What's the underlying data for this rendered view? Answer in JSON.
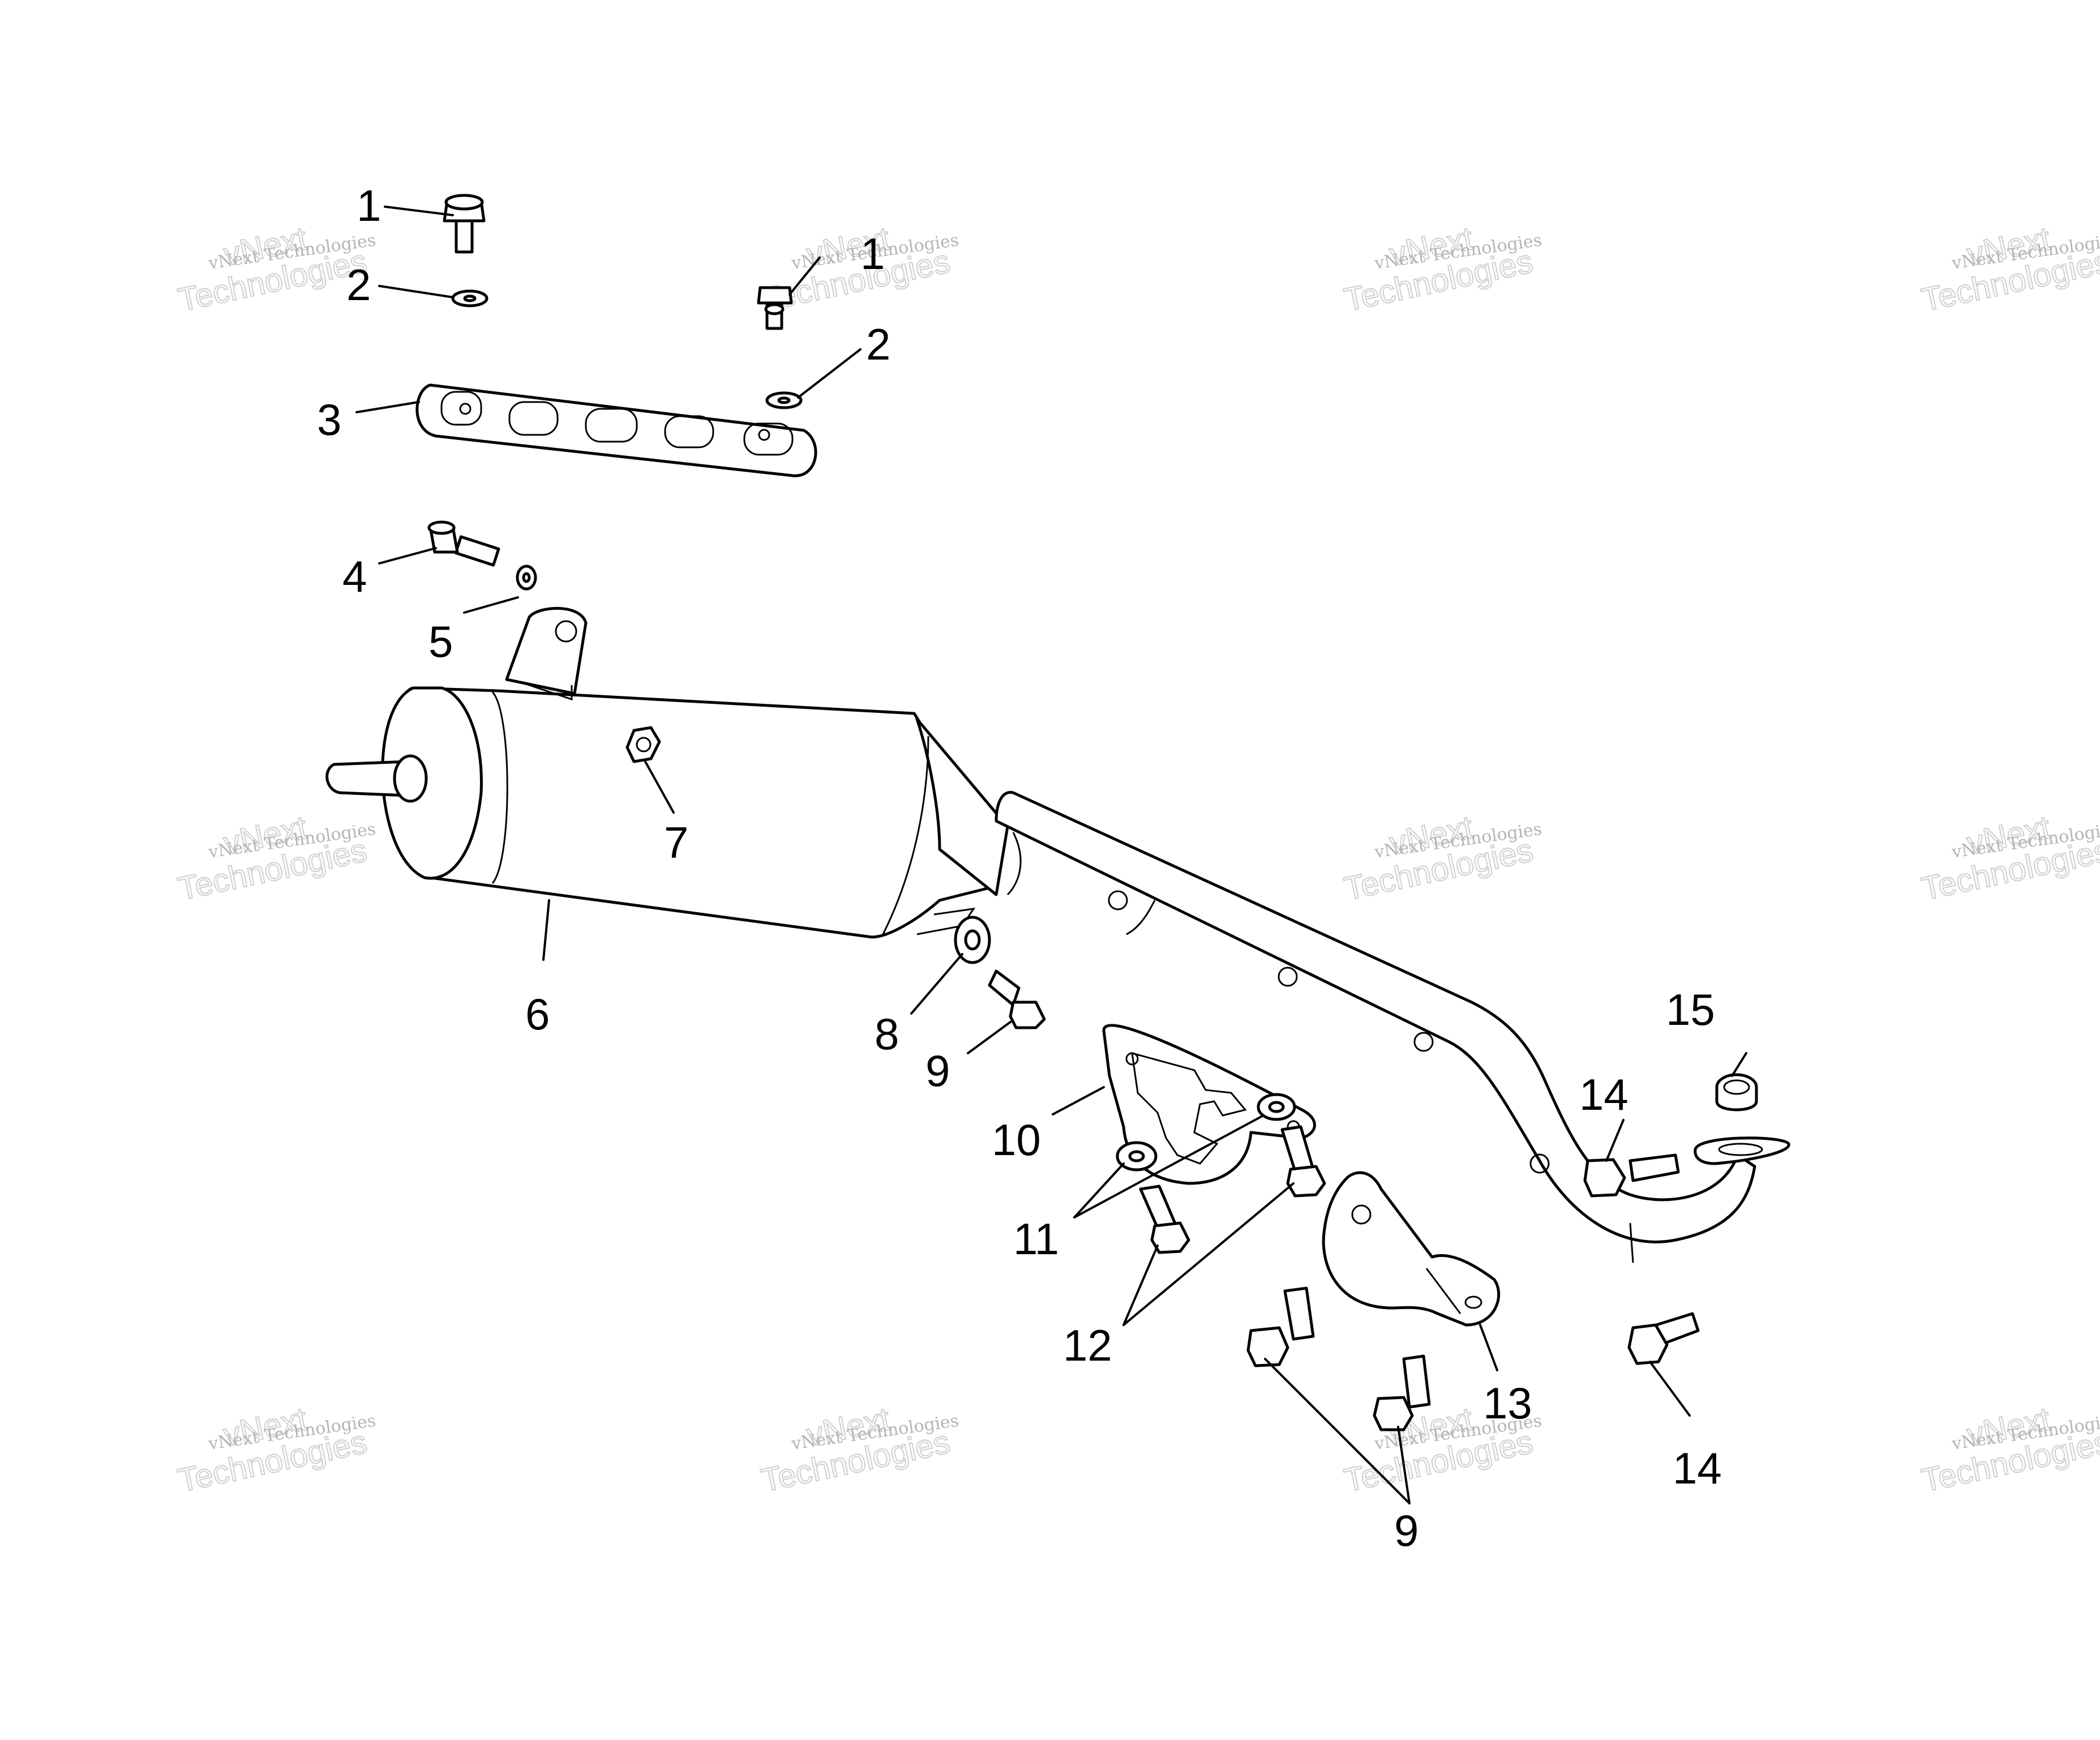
{
  "diagram": {
    "callouts": [
      {
        "id": "c1a",
        "text": "1"
      },
      {
        "id": "c1b",
        "text": "1"
      },
      {
        "id": "c2a",
        "text": "2"
      },
      {
        "id": "c2b",
        "text": "2"
      },
      {
        "id": "c3",
        "text": "3"
      },
      {
        "id": "c4",
        "text": "4"
      },
      {
        "id": "c5",
        "text": "5"
      },
      {
        "id": "c6",
        "text": "6"
      },
      {
        "id": "c7",
        "text": "7"
      },
      {
        "id": "c8",
        "text": "8"
      },
      {
        "id": "c9a",
        "text": "9"
      },
      {
        "id": "c9b",
        "text": "9"
      },
      {
        "id": "c10",
        "text": "10"
      },
      {
        "id": "c11",
        "text": "11"
      },
      {
        "id": "c12",
        "text": "12"
      },
      {
        "id": "c13",
        "text": "13"
      },
      {
        "id": "c14a",
        "text": "14"
      },
      {
        "id": "c14b",
        "text": "14"
      },
      {
        "id": "c15",
        "text": "15"
      }
    ],
    "watermark": {
      "line1": "vNext Technologies",
      "line2": "Technologies",
      "line3": "vNext"
    }
  }
}
